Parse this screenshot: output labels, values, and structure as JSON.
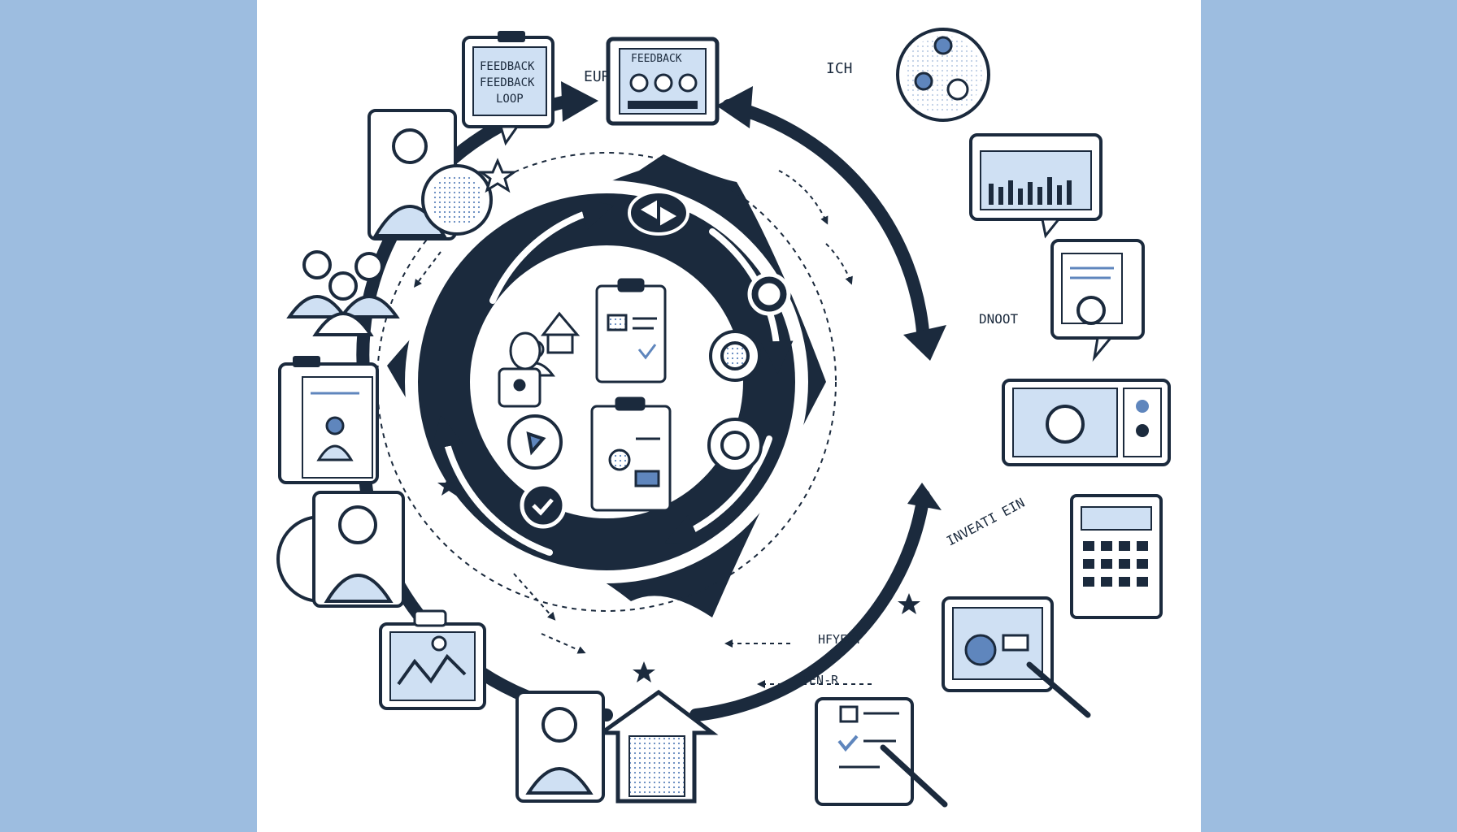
{
  "colors": {
    "side_panel": "#9dbde0",
    "canvas": "#ffffff",
    "ink": "#1b2a3d",
    "accent": "#5f86bd",
    "light_accent": "#cfe0f3"
  },
  "labels": {
    "clipboard_line1": "FEEDBACK",
    "clipboard_line2": "FEEDBACK",
    "clipboard_line3": "LOOP",
    "top_board_title": "FEEDBACK",
    "top_left_text": "EURAIDH",
    "top_right_text": "ICH",
    "right_text": "DNOOT",
    "right_lower_text": "INVEATI EIN",
    "bottom_text_1": "HFYEST",
    "bottom_text_2": "TEN-R"
  },
  "icons": [
    "clipboard-feedback-icon",
    "feedback-board-icon",
    "network-map-icon",
    "person-globe-icon",
    "group-people-icon",
    "chart-monitor-icon",
    "document-stamp-icon",
    "clipboard-person-icon",
    "control-panel-icon",
    "person-portrait-icon",
    "calculator-icon",
    "graph-board-icon",
    "presentation-pen-icon",
    "person-bust-icon",
    "house-icon",
    "checklist-pen-icon",
    "lock-person-icon",
    "gear-icon",
    "checklist-icon",
    "cycle-arrows-icon",
    "check-circle-icon",
    "star-icon"
  ]
}
